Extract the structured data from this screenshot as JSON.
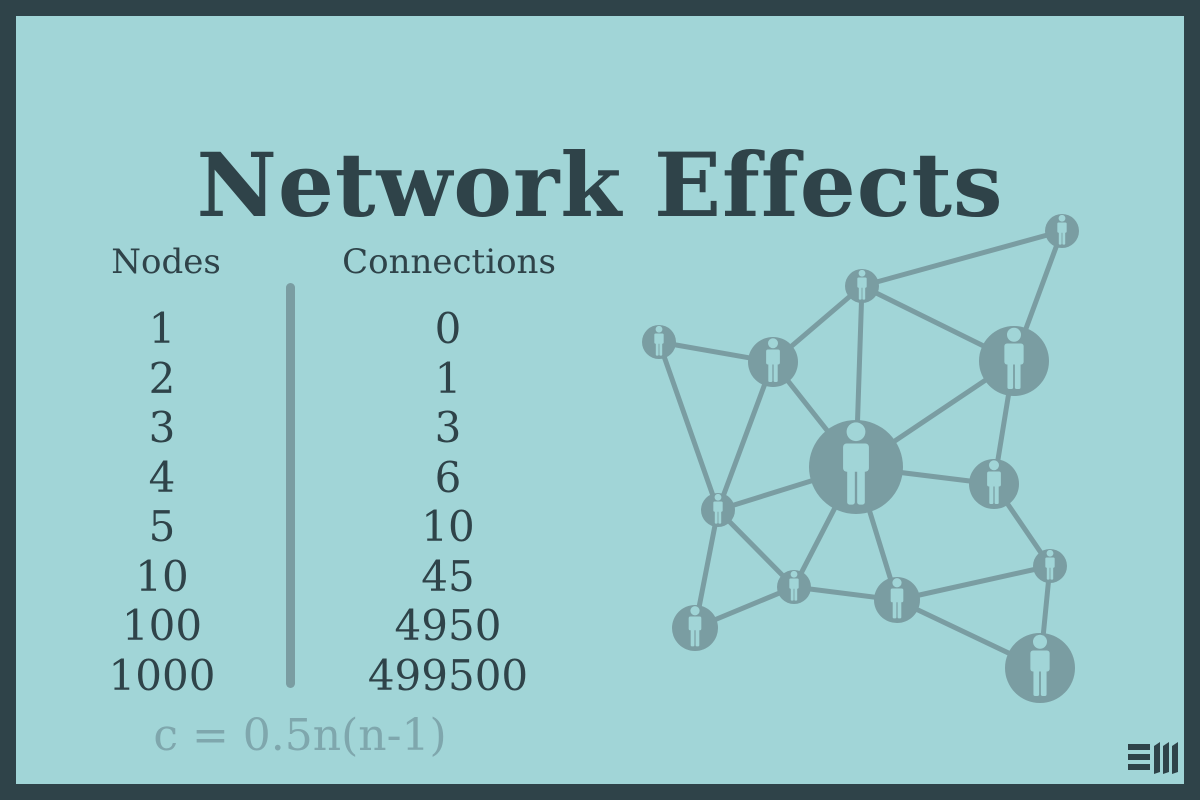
{
  "title": "Network Effects",
  "table": {
    "nodes_header": "Nodes",
    "connections_header": "Connections",
    "nodes": [
      "1",
      "2",
      "3",
      "4",
      "5",
      "10",
      "100",
      "1000"
    ],
    "connections": [
      "0",
      "1",
      "3",
      "6",
      "10",
      "45",
      "4950",
      "499500"
    ]
  },
  "formula": "c = 0.5n(n-1)",
  "colors": {
    "background": "#a1d5d7",
    "frame": "#2f4349",
    "text": "#2f4349",
    "network": "#7a9da2",
    "person": "#a1d5d7",
    "formula": "#7fa7ad"
  },
  "icons": [
    "person-icon",
    "brand-logo-icon"
  ]
}
